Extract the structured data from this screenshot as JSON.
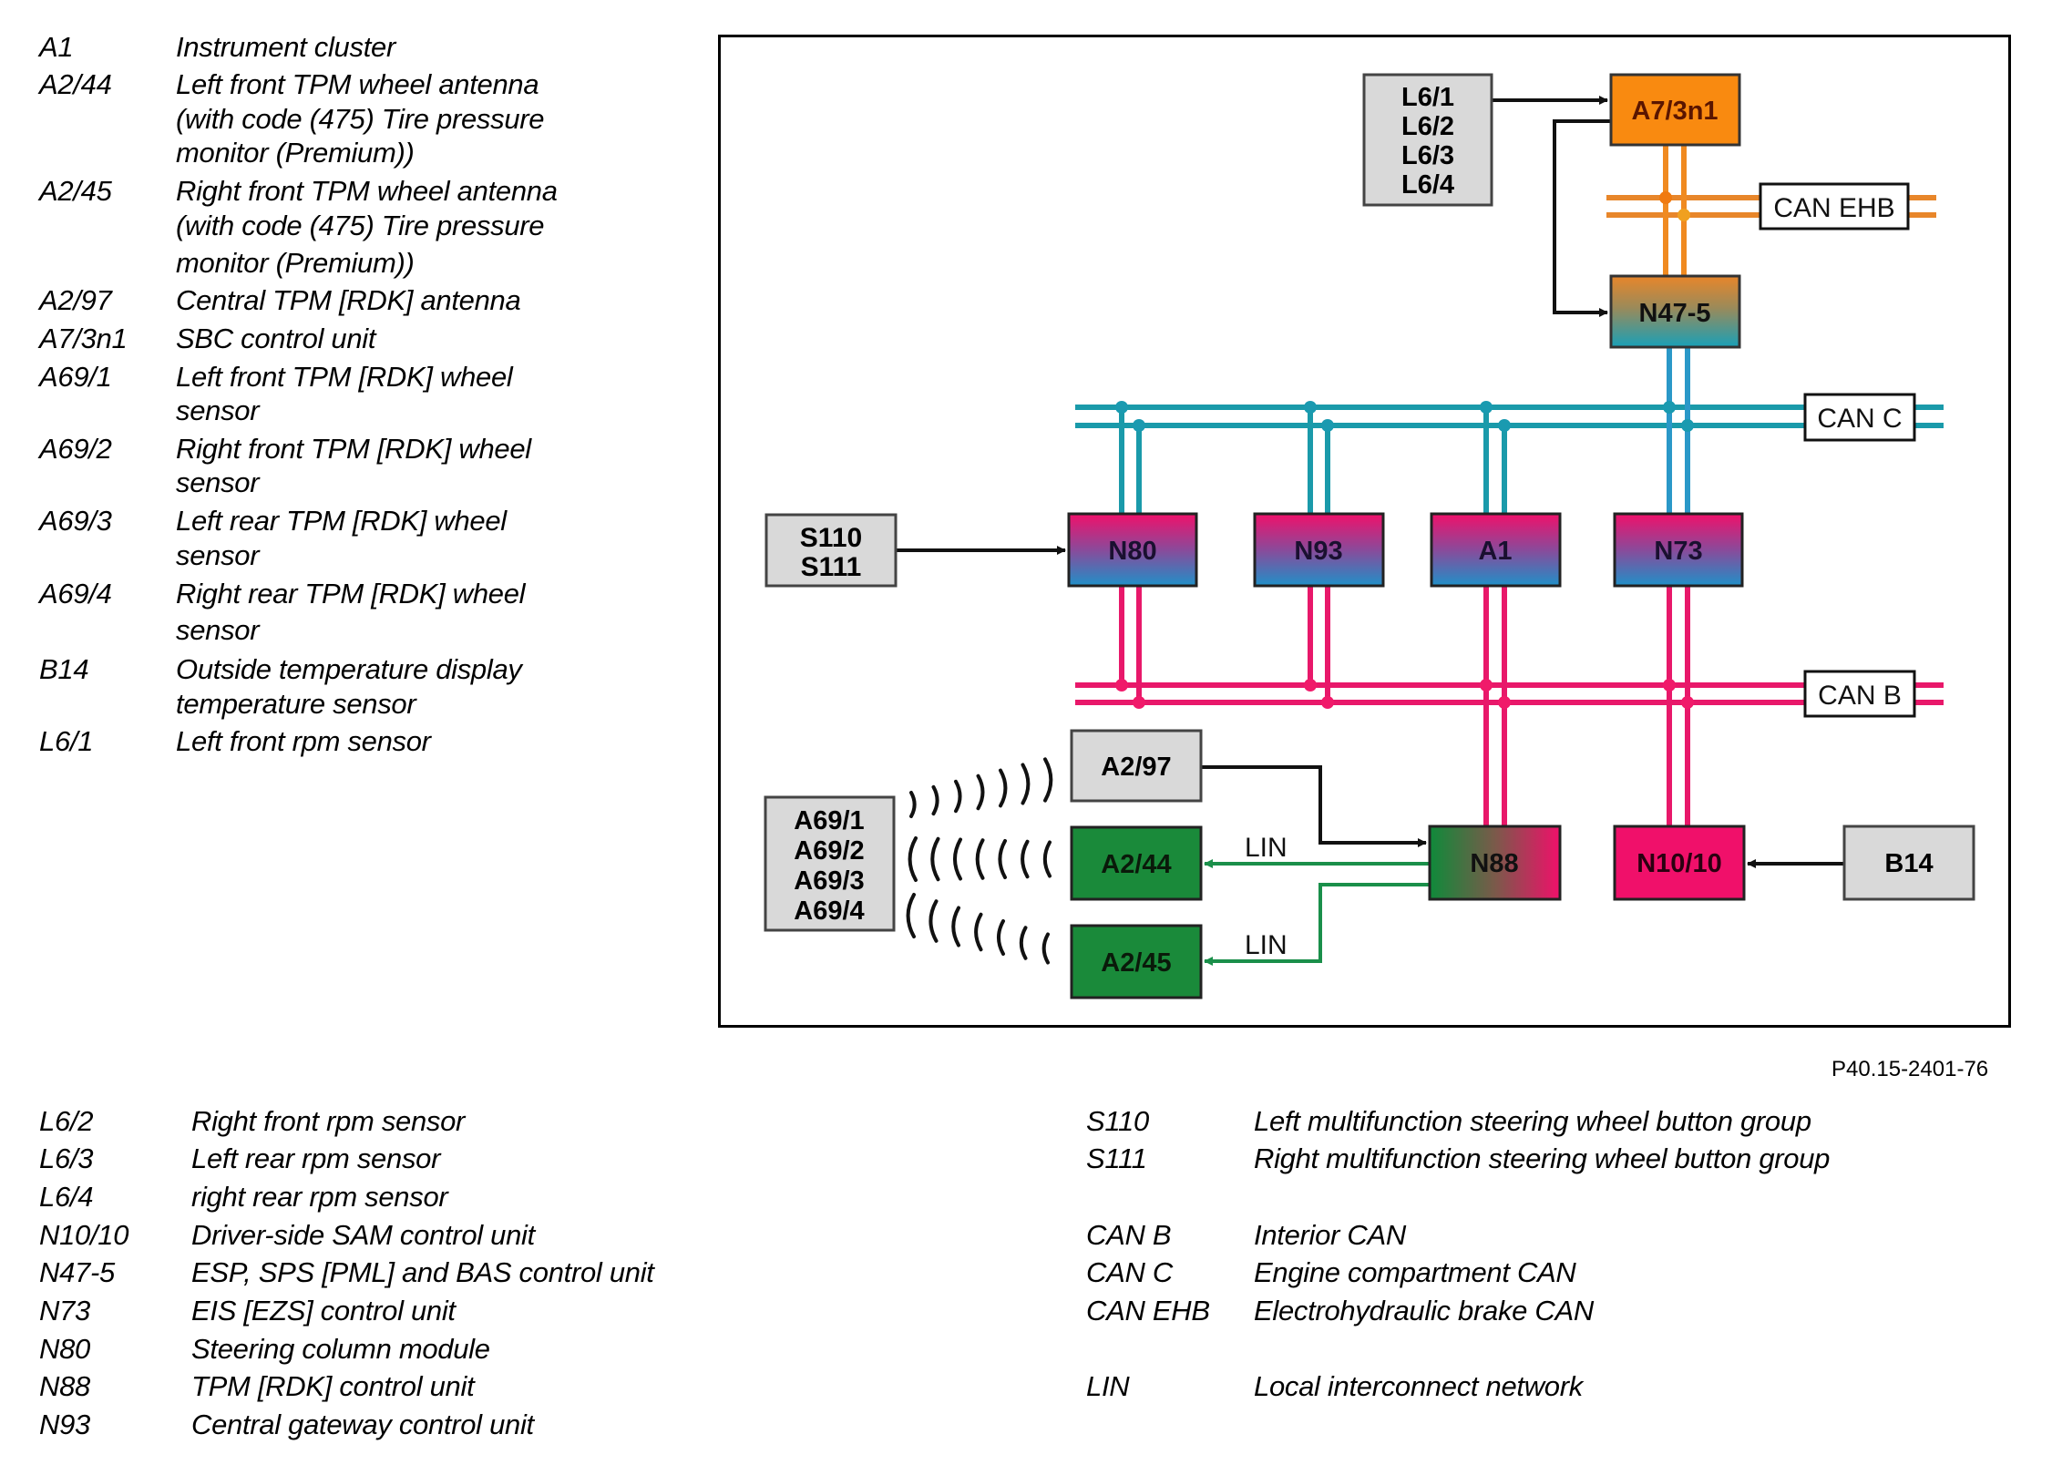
{
  "legend_top_left": [
    {
      "code": "A1",
      "lines": [
        "Instrument cluster"
      ]
    },
    {
      "code": "A2/44",
      "lines": [
        "Left front TPM wheel antenna",
        "(with code (475) Tire pressure",
        "monitor (Premium))"
      ]
    },
    {
      "code": "A2/45",
      "lines": [
        "Right front TPM wheel antenna",
        "(with code (475) Tire pressure",
        "monitor (Premium))"
      ]
    },
    {
      "code": "A2/97",
      "lines": [
        "Central TPM [RDK] antenna"
      ]
    },
    {
      "code": "A7/3n1",
      "lines": [
        "SBC control unit"
      ]
    },
    {
      "code": "A69/1",
      "lines": [
        "Left front TPM [RDK] wheel",
        "sensor"
      ]
    },
    {
      "code": "A69/2",
      "lines": [
        "Right front TPM [RDK] wheel",
        "sensor"
      ]
    },
    {
      "code": "A69/3",
      "lines": [
        "Left rear TPM [RDK] wheel",
        "sensor"
      ]
    },
    {
      "code": "A69/4",
      "lines": [
        "Right rear TPM [RDK] wheel",
        "sensor"
      ]
    },
    {
      "code": "B14",
      "lines": [
        "Outside temperature display",
        "temperature sensor"
      ]
    },
    {
      "code": "L6/1",
      "lines": [
        "Left front rpm sensor"
      ]
    }
  ],
  "legend_bottom_left": [
    {
      "code": "L6/2",
      "desc": "Right front rpm sensor"
    },
    {
      "code": "L6/3",
      "desc": "Left rear rpm sensor"
    },
    {
      "code": "L6/4",
      "desc": "right rear rpm sensor"
    },
    {
      "code": "N10/10",
      "desc": "Driver-side SAM control unit"
    },
    {
      "code": "N47-5",
      "desc": "ESP, SPS [PML] and BAS control unit"
    },
    {
      "code": "N73",
      "desc": "EIS [EZS] control unit"
    },
    {
      "code": "N80",
      "desc": "Steering column module"
    },
    {
      "code": "N88",
      "desc": "TPM [RDK] control unit"
    },
    {
      "code": "N93",
      "desc": "Central gateway control unit"
    }
  ],
  "legend_bottom_right": [
    {
      "code": "S110",
      "desc": "Left multifunction steering wheel button group"
    },
    {
      "code": "S111",
      "desc": "Right multifunction steering wheel button group"
    },
    {
      "code": "CAN B",
      "desc": "Interior CAN"
    },
    {
      "code": "CAN C",
      "desc": "Engine compartment CAN"
    },
    {
      "code": "CAN EHB",
      "desc": "Electrohydraulic brake CAN"
    },
    {
      "code": "LIN",
      "desc": "Local interconnect network"
    }
  ],
  "diagram": {
    "reference": "P40.15-2401-76",
    "colors": {
      "can_b": "#e8186a",
      "can_c": "#1a9aaa",
      "can_ehb": "#e8862a",
      "lin": "#1a8f4a",
      "gray_box": "#d9d9d9",
      "orange_box": "#f98a10",
      "green_box": "#1a8a3a",
      "pink_box": "#f0106a",
      "blue": "#2a8ac8"
    },
    "nodes": {
      "l6": [
        "L6/1",
        "L6/2",
        "L6/3",
        "L6/4"
      ],
      "a7_3n1": "A7/3n1",
      "n47_5": "N47-5",
      "s110_s111": [
        "S110",
        "S111"
      ],
      "n80": "N80",
      "n93": "N93",
      "a1": "A1",
      "n73": "N73",
      "a2_97": "A2/97",
      "a69": [
        "A69/1",
        "A69/2",
        "A69/3",
        "A69/4"
      ],
      "a2_44": "A2/44",
      "a2_45": "A2/45",
      "n88": "N88",
      "n10_10": "N10/10",
      "b14": "B14"
    },
    "bus_labels": {
      "can_ehb": "CAN EHB",
      "can_c": "CAN C",
      "can_b": "CAN B"
    },
    "lin_labels": [
      "LIN",
      "LIN"
    ]
  }
}
